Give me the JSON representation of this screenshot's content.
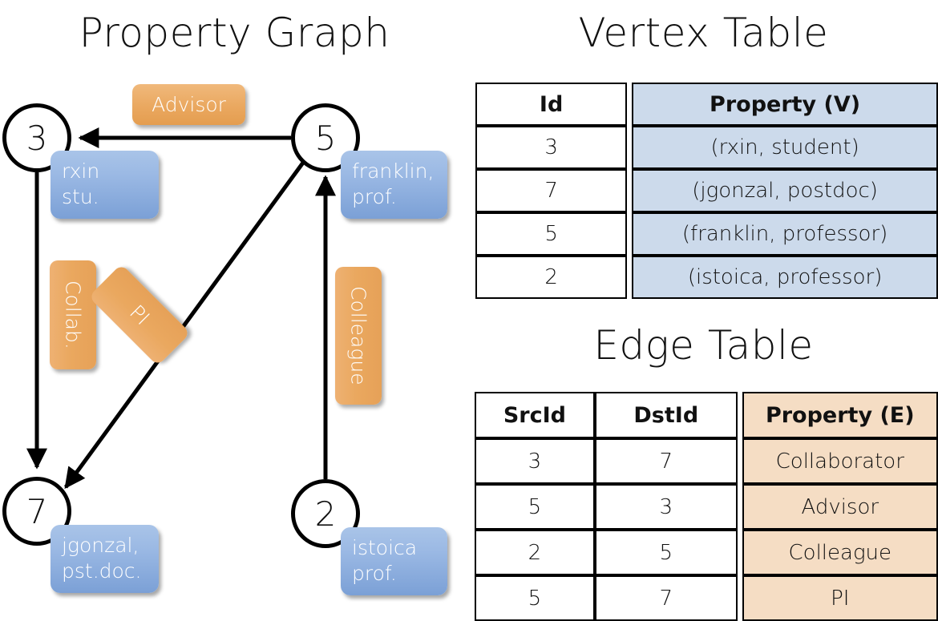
{
  "titles": {
    "graph": "Property Graph",
    "vertex_table": "Vertex Table",
    "edge_table": "Edge Table"
  },
  "colors": {
    "vertex_property_fill": "#ccdaeb",
    "edge_property_fill": "#f5ddc4",
    "vertex_box_fill": "#9bb9e4",
    "edge_label_fill": "#eaa85f",
    "border": "#000000"
  },
  "graph": {
    "vertices": [
      {
        "id": "3",
        "property_label": "rxin\nstu.",
        "line1": "rxin",
        "line2": "stu."
      },
      {
        "id": "5",
        "property_label": "franklin,\nprof.",
        "line1": "franklin,",
        "line2": "prof."
      },
      {
        "id": "7",
        "property_label": "jgonzal,\npst.doc.",
        "line1": "jgonzal,",
        "line2": "pst.doc."
      },
      {
        "id": "2",
        "property_label": "istoica\nprof.",
        "line1": "istoica",
        "line2": "prof."
      }
    ],
    "edge_labels": [
      {
        "name": "advisor",
        "text": "Advisor"
      },
      {
        "name": "collab",
        "text": "Collab."
      },
      {
        "name": "pi",
        "text": "PI"
      },
      {
        "name": "colleague",
        "text": "Colleague"
      }
    ],
    "edges": [
      {
        "src": "5",
        "dst": "3",
        "label": "Advisor"
      },
      {
        "src": "3",
        "dst": "7",
        "label": "Collab."
      },
      {
        "src": "5",
        "dst": "7",
        "label": "PI"
      },
      {
        "src": "2",
        "dst": "5",
        "label": "Colleague"
      }
    ]
  },
  "vertex_table": {
    "headers": [
      "Id",
      "Property (V)"
    ],
    "rows": [
      {
        "id": "3",
        "property": "(rxin, student)"
      },
      {
        "id": "7",
        "property": "(jgonzal, postdoc)"
      },
      {
        "id": "5",
        "property": "(franklin, professor)"
      },
      {
        "id": "2",
        "property": "(istoica, professor)"
      }
    ]
  },
  "edge_table": {
    "headers": [
      "SrcId",
      "DstId",
      "Property (E)"
    ],
    "rows": [
      {
        "src": "3",
        "dst": "7",
        "property": "Collaborator"
      },
      {
        "src": "5",
        "dst": "3",
        "property": "Advisor"
      },
      {
        "src": "2",
        "dst": "5",
        "property": "Colleague"
      },
      {
        "src": "5",
        "dst": "7",
        "property": "PI"
      }
    ]
  }
}
